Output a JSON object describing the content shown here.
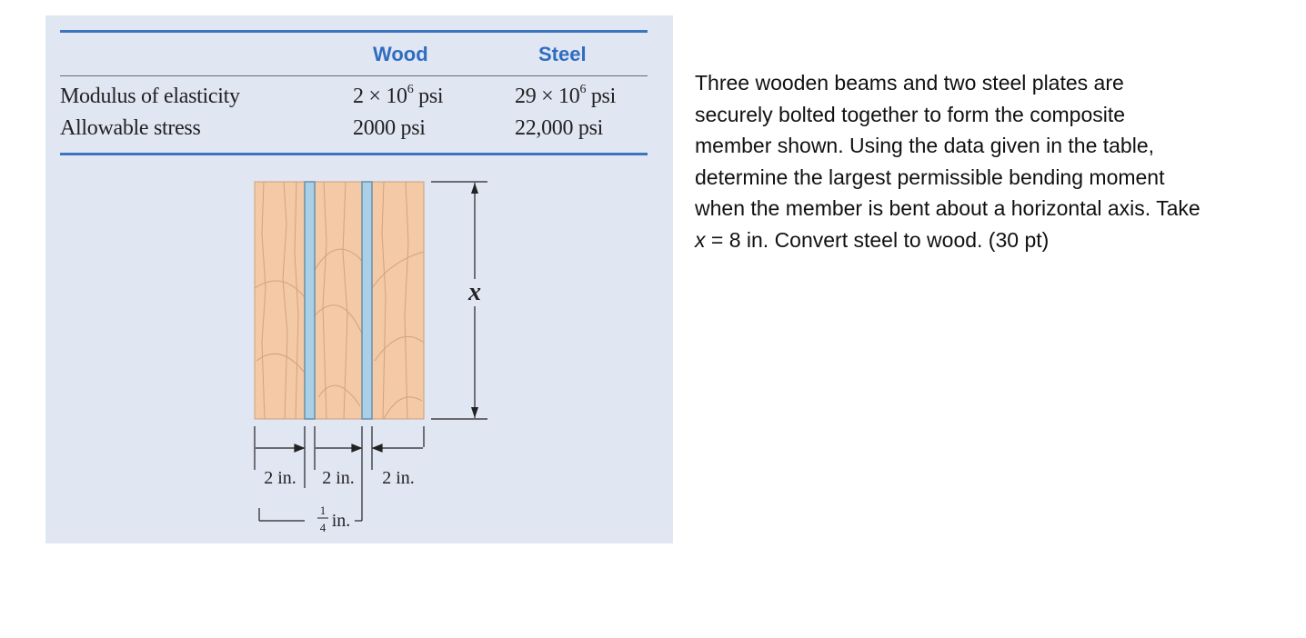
{
  "table": {
    "header_wood": "Wood",
    "header_steel": "Steel",
    "row1_label": "Modulus of elasticity",
    "row2_label": "Allowable stress",
    "wood_modulus_base": "2 × 10",
    "wood_modulus_exp": "6",
    "wood_modulus_unit": "psi",
    "steel_modulus_base": "29 × 10",
    "steel_modulus_exp": "6",
    "steel_modulus_unit": "psi",
    "wood_stress": "2000 psi",
    "steel_stress": "22,000 psi"
  },
  "figure": {
    "height_label": "x",
    "dim_wood1": "2 in.",
    "dim_wood2": "2 in.",
    "dim_wood3": "2 in.",
    "plate_num": "1",
    "plate_den": "4",
    "plate_unit": "in.",
    "colors": {
      "wood": "#f3c9a6",
      "wood_grain": "#d8a27c",
      "steel": "#a9d0e6",
      "steel_edge": "#6a8fa8"
    }
  },
  "problem": {
    "text_before": "Three wooden beams and two steel plates are securely bolted together to form the composite member shown. Using the data given in the table, determine the largest permissible bending moment when the member is bent about a horizontal axis. Take ",
    "variable": "x",
    "text_after": " = 8 in. Convert steel to wood. (30 pt)"
  }
}
